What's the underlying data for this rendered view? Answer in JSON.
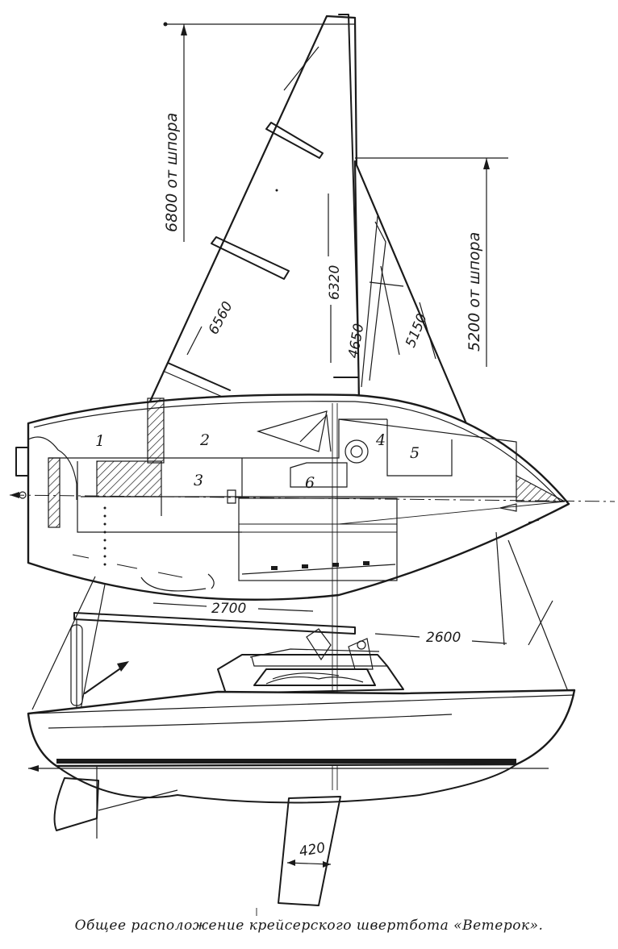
{
  "dimensions": {
    "mast_height_total": "6800 от шпора",
    "forestay_height": "5200 от шпора",
    "mainsail_luff": "6320",
    "mainsail_leech": "6560",
    "jib_foot": "4650",
    "jib_luff": "5150",
    "mainsail_foot": "2700",
    "jib_leech_base": "2600",
    "centreboard_width": "420"
  },
  "compartments": [
    "1",
    "2",
    "3",
    "4",
    "5",
    "6"
  ],
  "caption": "Общее расположение крейсерского швертбота «Ветерок»."
}
